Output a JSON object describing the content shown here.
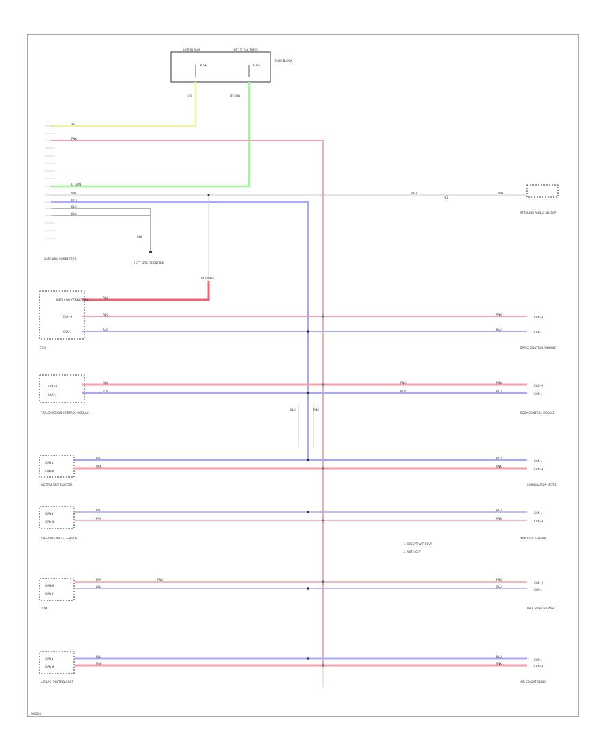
{
  "footer": {
    "code": "W0000"
  },
  "fuse_box": {
    "left_label": "HOT IN RUN",
    "right_label": "HOT AT ALL TIMES",
    "fuse_a": "FUSE",
    "fuse_b": "FUSE",
    "side_label": "FUSE BLOCK"
  },
  "wires": {
    "yel": "YEL",
    "lt_grn": "LT GRN",
    "pnk": "PNK",
    "wht": "WHT",
    "blu": "BLU",
    "blk": "BLK",
    "blk_wht": "BLK/WHT"
  },
  "modules": {
    "data_link_upper": "DATA LINK CONNECTOR",
    "left_ground": "LEFT SIDE OF ENGINE",
    "right_top": "STEERING ANGLE SENSOR",
    "data_link_mid": "DATA LINK CONNECTOR",
    "m1_left": "ECM",
    "m1_right": "BRAKE CONTROL MODULE",
    "m2_left": "TRANSMISSION CONTROL MODULE",
    "m2_right": "BODY CONTROL MODULE",
    "m3_left": "INSTRUMENT CLUSTER",
    "m3_right": "COMBINATION METER",
    "m4_left": "STEERING ANGLE SENSOR",
    "m4_right": "YAW RATE SENSOR",
    "m5_left": "TCM",
    "m5_right": "LEFT SIDE OF DASH",
    "m6_left": "AIRBAG CONTROL UNIT",
    "m6_right": "AIR CONDITIONING"
  },
  "pins": {
    "can_h": "CAN-H",
    "can_l": "CAN-L"
  },
  "notes": {
    "n1": "1. EXCEPT WITH CVT",
    "n2": "2. WITH CVT"
  }
}
